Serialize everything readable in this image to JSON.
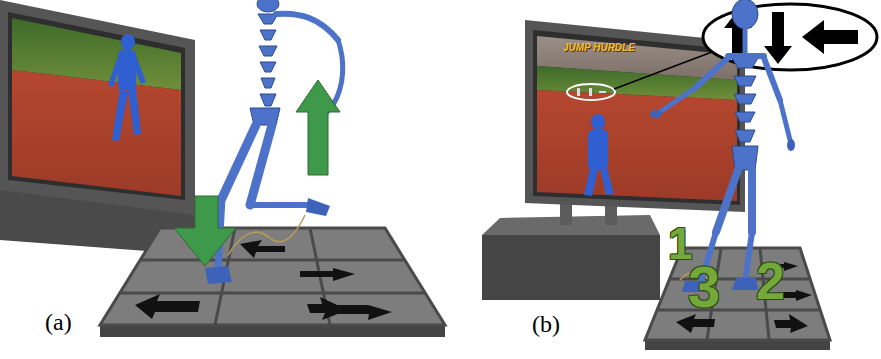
{
  "diagram": {
    "labels": [
      "(a)",
      "JUMP HURDLE",
      "1",
      "3",
      "2",
      "(b)"
    ]
  }
}
